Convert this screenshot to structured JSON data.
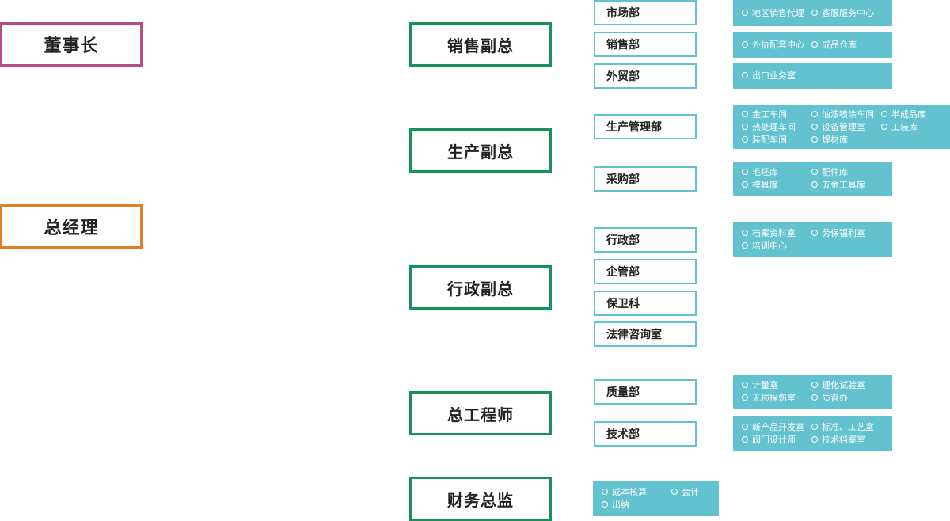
{
  "top": {
    "chairman": {
      "label": "董事长",
      "color": "#b84d86"
    },
    "gm": {
      "label": "总经理",
      "color": "#e17f27"
    }
  },
  "vps": [
    {
      "label": "销售副总"
    },
    {
      "label": "生产副总"
    },
    {
      "label": "行政副总"
    },
    {
      "label": "总工程师"
    },
    {
      "label": "财务总监"
    }
  ],
  "depts": [
    {
      "label": "市场部"
    },
    {
      "label": "销售部"
    },
    {
      "label": "外贸部"
    },
    {
      "label": "生产管理部"
    },
    {
      "label": "采购部"
    },
    {
      "label": "行政部"
    },
    {
      "label": "企管部"
    },
    {
      "label": "保卫科"
    },
    {
      "label": "法律咨询室"
    },
    {
      "label": "质量部"
    },
    {
      "label": "技术部"
    }
  ],
  "units": [
    {
      "items": [
        "地区销售代理",
        "客服服务中心"
      ]
    },
    {
      "items": [
        "外协配套中心",
        "成品仓库"
      ]
    },
    {
      "items": [
        "出口业务室"
      ]
    },
    {
      "items": [
        "金工车间",
        "油漆喷涂车间",
        "半成品库",
        "热处理车间",
        "设备管理室",
        "工装库",
        "装配车间",
        "焊材库"
      ]
    },
    {
      "items": [
        "毛坯库",
        "配件库",
        "模具库",
        "五金工具库"
      ]
    },
    {
      "items": [
        "档案资料室",
        "劳保福利室",
        "培训中心"
      ]
    },
    {
      "items": [
        "计量室",
        "理化试验室",
        "无损探伤室",
        "质管办"
      ]
    },
    {
      "items": [
        "新产品开发室",
        "标准、工艺室",
        "阀门设计师",
        "技术档案室"
      ]
    },
    {
      "items": [
        "成本核算",
        "会计",
        "出纳"
      ]
    }
  ],
  "colors": {
    "vp_border": "#17925a",
    "dept_border": "#62c2d0",
    "unit_fill": "#62c2d0"
  }
}
